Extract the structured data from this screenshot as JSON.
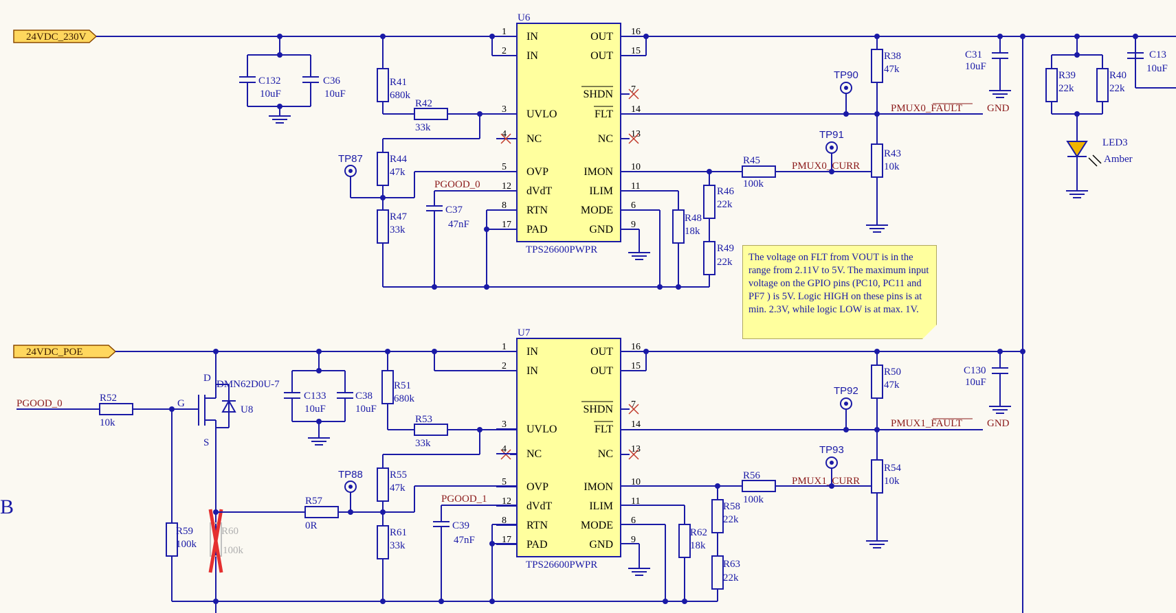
{
  "ports": {
    "top": "24VDC_230V",
    "bottom": "24VDC_POE"
  },
  "u6": {
    "ref": "U6",
    "part": "TPS26600PWPR"
  },
  "u7": {
    "ref": "U7",
    "part": "TPS26600PWPR"
  },
  "u8": {
    "ref": "U8",
    "part": "DMN62D0U-7",
    "d": "D",
    "g": "G",
    "s": "S"
  },
  "pins_left": [
    "IN",
    "IN",
    "UVLO",
    "NC",
    "OVP",
    "dVdT",
    "RTN",
    "PAD"
  ],
  "pins_left_num": [
    "1",
    "2",
    "3",
    "4",
    "5",
    "12",
    "8",
    "17"
  ],
  "pins_right": [
    "OUT",
    "OUT",
    "SHDN",
    "FLT",
    "NC",
    "IMON",
    "ILIM",
    "MODE",
    "GND"
  ],
  "pins_right_num": [
    "16",
    "15",
    "7",
    "14",
    "13",
    "10",
    "11",
    "6",
    "9"
  ],
  "top": {
    "c132": [
      "C132",
      "10uF"
    ],
    "c36": [
      "C36",
      "10uF"
    ],
    "r41": [
      "R41",
      "680k"
    ],
    "r42": [
      "R42",
      "33k"
    ],
    "r44": [
      "R44",
      "47k"
    ],
    "r47": [
      "R47",
      "33k"
    ],
    "c37": [
      "C37",
      "47nF"
    ],
    "r48": [
      "R48",
      "18k"
    ],
    "r46": [
      "R46",
      "22k"
    ],
    "r49": [
      "R49",
      "22k"
    ],
    "r45": [
      "R45",
      "100k"
    ],
    "r38": [
      "R38",
      "47k"
    ],
    "r43": [
      "R43",
      "10k"
    ],
    "c31": [
      "C31",
      "10uF"
    ],
    "r39": [
      "R39",
      "22k"
    ],
    "r40": [
      "R40",
      "22k"
    ],
    "c13": [
      "C13",
      "10uF"
    ],
    "led": [
      "LED3",
      "Amber"
    ],
    "tp": [
      "TP87",
      "TP90",
      "TP91"
    ],
    "nets": {
      "pgood": "PGOOD_0",
      "fault": "PMUX0_FAULT",
      "curr": "PMUX0_CURR",
      "gnd": "GND"
    }
  },
  "bottom": {
    "c133": [
      "C133",
      "10uF"
    ],
    "c38": [
      "C38",
      "10uF"
    ],
    "r51": [
      "R51",
      "680k"
    ],
    "r53": [
      "R53",
      "33k"
    ],
    "r55": [
      "R55",
      "47k"
    ],
    "r61": [
      "R61",
      "33k"
    ],
    "c39": [
      "C39",
      "47nF"
    ],
    "r62": [
      "R62",
      "18k"
    ],
    "r58": [
      "R58",
      "22k"
    ],
    "r63": [
      "R63",
      "22k"
    ],
    "r56": [
      "R56",
      "100k"
    ],
    "r50": [
      "R50",
      "47k"
    ],
    "r54": [
      "R54",
      "10k"
    ],
    "c130": [
      "C130",
      "10uF"
    ],
    "r52": [
      "R52",
      "10k"
    ],
    "r57": [
      "R57",
      "0R"
    ],
    "r59": [
      "R59",
      "100k"
    ],
    "r60": [
      "R60",
      "100k"
    ],
    "tp": [
      "TP88",
      "TP92",
      "TP93"
    ],
    "nets": {
      "pgood_in": "PGOOD_0",
      "pgood": "PGOOD_1",
      "fault": "PMUX1_FAULT",
      "curr": "PMUX1_CURR",
      "gnd": "GND"
    }
  },
  "note": "The voltage on FLT from VOUT is in the range from 2.11V to 5V. The maximum input voltage on the GPIO pins (PC10, PC11 and PF7 ) is 5V. Logic HIGH on these pins is at min. 2.3V, while logic LOW is at max. 1V.",
  "edge_label": "B"
}
